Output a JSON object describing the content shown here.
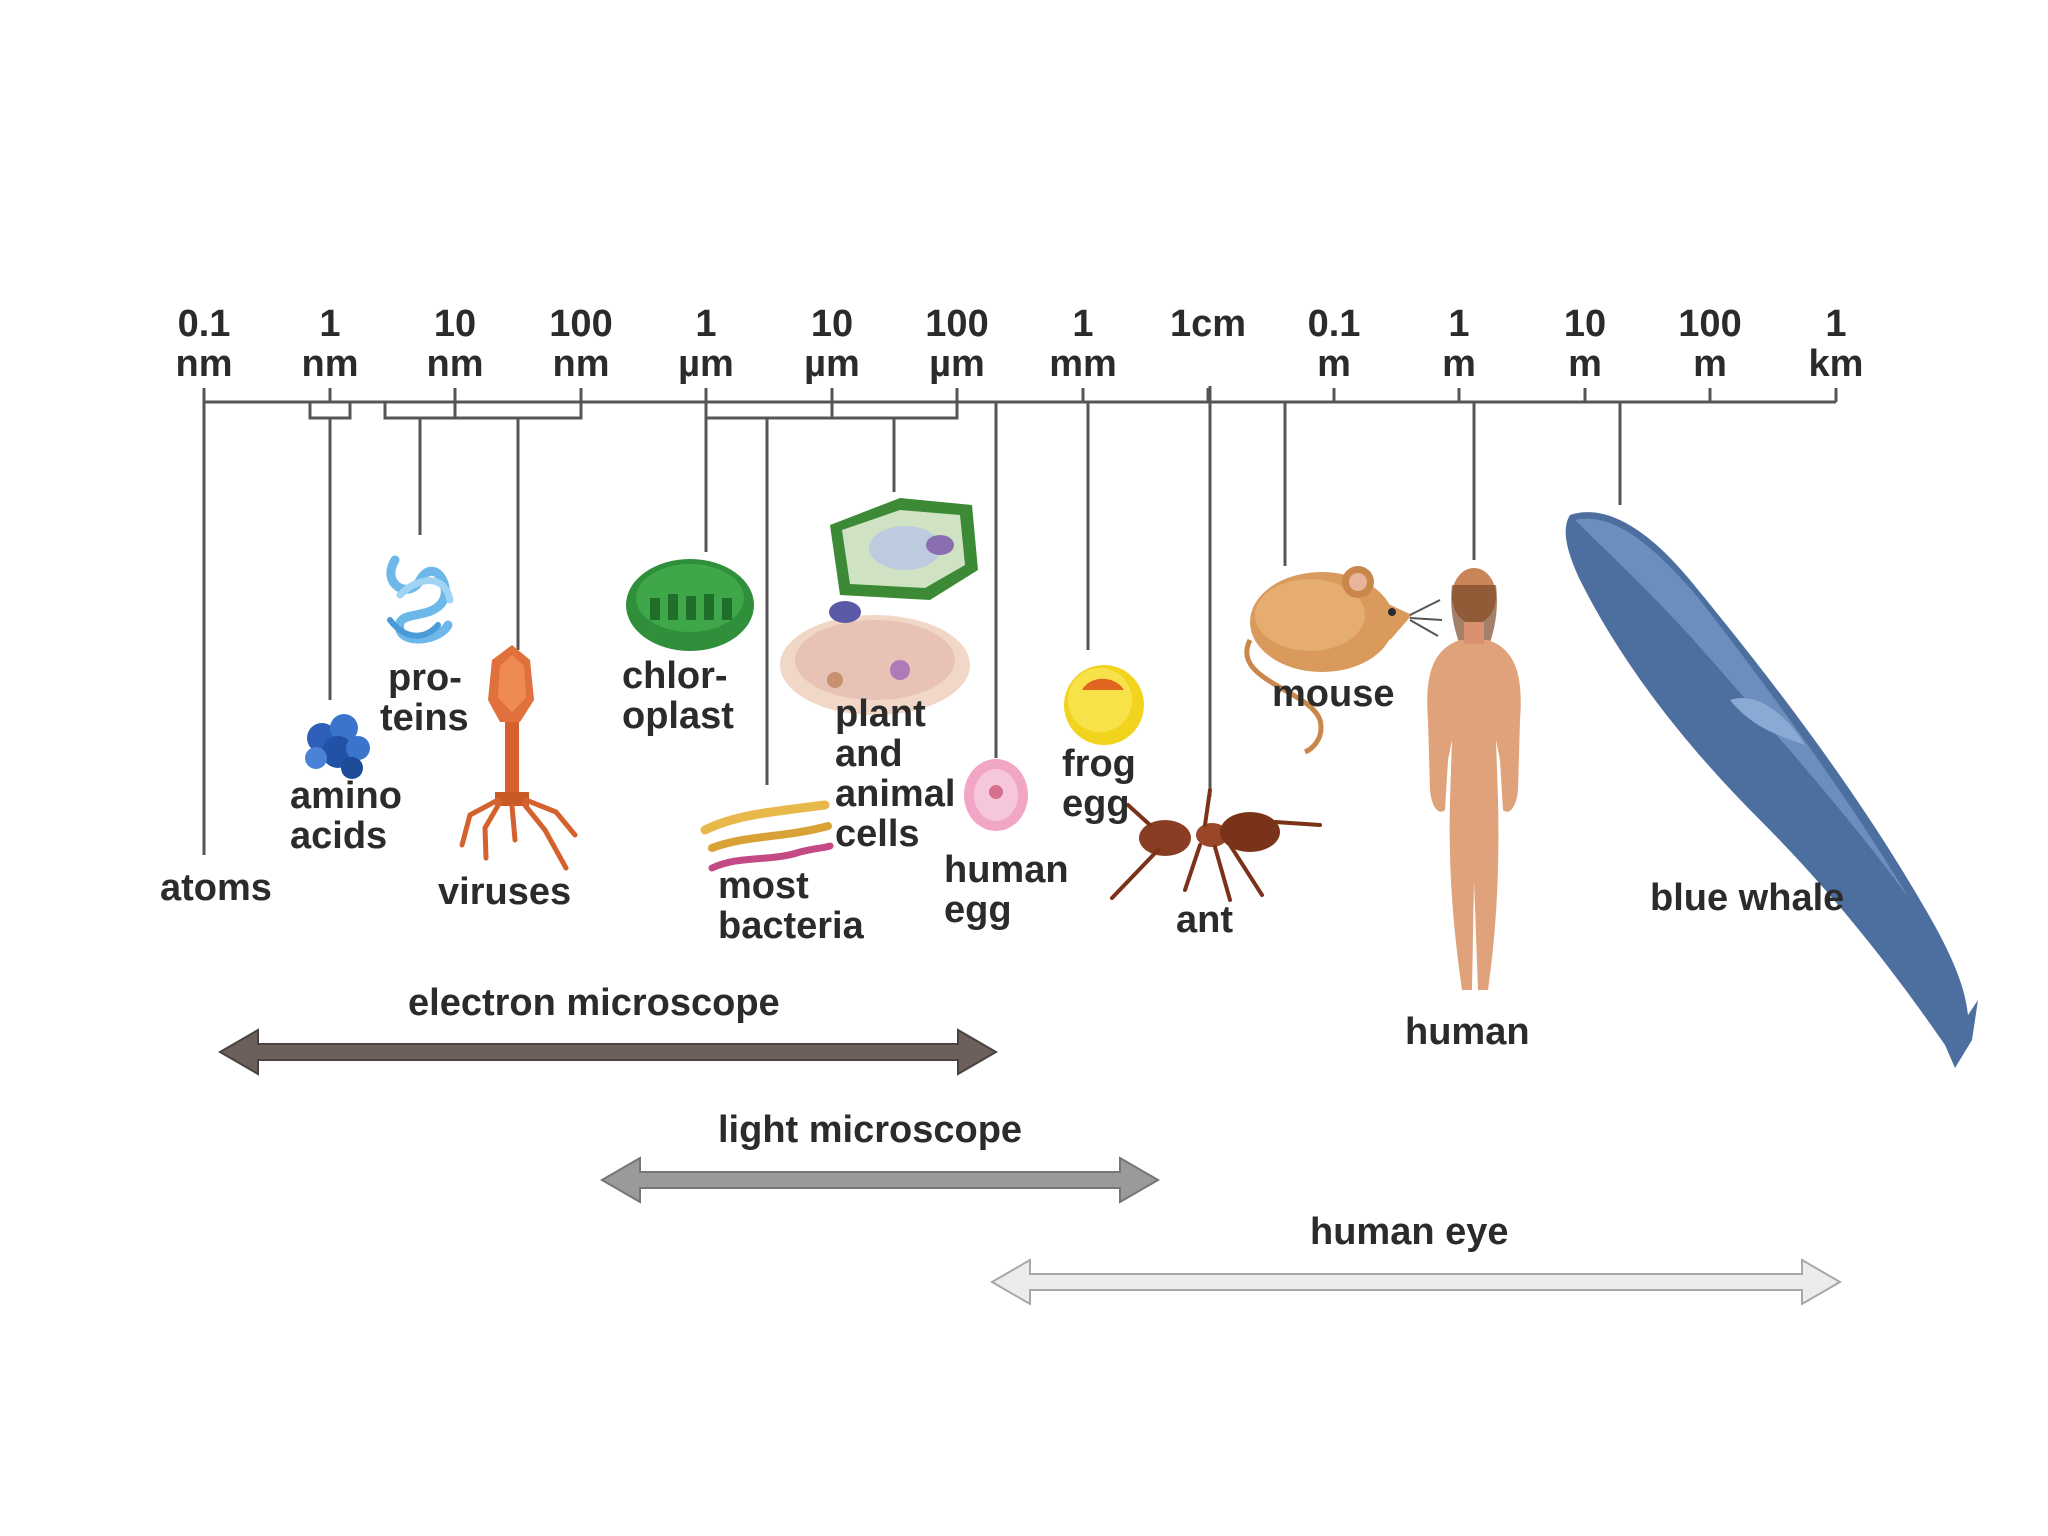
{
  "scale_ticks": [
    {
      "value": "0.1",
      "unit": "nm"
    },
    {
      "value": "1",
      "unit": "nm"
    },
    {
      "value": "10",
      "unit": "nm"
    },
    {
      "value": "100",
      "unit": "nm"
    },
    {
      "value": "1",
      "unit": "µm"
    },
    {
      "value": "10",
      "unit": "µm"
    },
    {
      "value": "100",
      "unit": "µm"
    },
    {
      "value": "1",
      "unit": "mm"
    },
    {
      "value": "1cm",
      "unit": ""
    },
    {
      "value": "0.1",
      "unit": "m"
    },
    {
      "value": "1",
      "unit": "m"
    },
    {
      "value": "10",
      "unit": "m"
    },
    {
      "value": "100",
      "unit": "m"
    },
    {
      "value": "1",
      "unit": "km"
    }
  ],
  "objects": {
    "atoms": [
      "atoms"
    ],
    "amino_acids": [
      "amino",
      "acids"
    ],
    "proteins": [
      "pro-",
      "teins"
    ],
    "viruses": [
      "viruses"
    ],
    "chloroplast": [
      "chlor-",
      "oplast"
    ],
    "bacteria": [
      "most",
      "bacteria"
    ],
    "cells": [
      "plant",
      "and",
      "animal",
      "cells"
    ],
    "human_egg": [
      "human",
      "egg"
    ],
    "frog_egg": [
      "frog",
      "egg"
    ],
    "ant": [
      "ant"
    ],
    "mouse": [
      "mouse"
    ],
    "human": [
      "human"
    ],
    "blue_whale": [
      "blue whale"
    ]
  },
  "instruments": {
    "electron": "electron microscope",
    "light": "light microscope",
    "eye": "human eye"
  },
  "colors": {
    "axis": "#555555",
    "electron_arrow": "#6b605c",
    "light_arrow": "#9a9a9a",
    "eye_arrow": "#d4d4d4",
    "whale": "#4c6fa0",
    "skin": "#e0a27a",
    "chloroplast": "#2f8f3a",
    "protein": "#6cb8e8",
    "virus": "#e0703c",
    "amino": "#2d5fb8",
    "frog_egg": "#f2d41f",
    "human_egg": "#f2a6c6",
    "mouse": "#d99a5b",
    "ant": "#8a3d22"
  },
  "icons": [
    "atom-line",
    "amino-acid-cluster-icon",
    "protein-ribbon-icon",
    "virus-icon",
    "chloroplast-icon",
    "bacteria-icon",
    "plant-animal-cell-icon",
    "human-egg-icon",
    "frog-egg-icon",
    "ant-icon",
    "mouse-icon",
    "human-figure-icon",
    "blue-whale-icon"
  ]
}
